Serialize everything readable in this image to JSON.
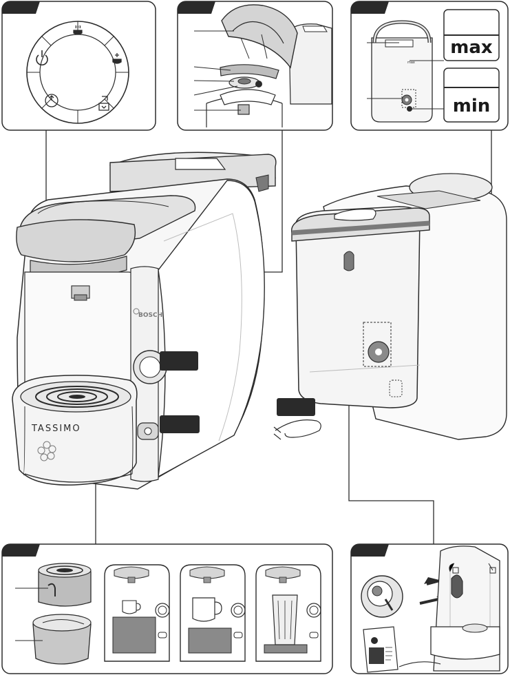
{
  "labels": {
    "max": "max",
    "min": "min",
    "brand": "BOSCH",
    "product": "TASSIMO"
  },
  "icons": {
    "power": "power-icon",
    "steam": "steam-cup-icon",
    "cup_plus": "cup-plus-icon",
    "descale": "descale-icon",
    "warning": "warning-icon",
    "flower": "tassimo-flower-logo",
    "arrow_left": "arrow-left-icon",
    "arrow_right": "arrow-right-icon"
  },
  "colors": {
    "line": "#2b2b2b",
    "tab": "#2a2a2a",
    "light_gray": "#e6e6e6",
    "mid_gray": "#bdbdbd",
    "dark_gray": "#7a7a7a"
  }
}
